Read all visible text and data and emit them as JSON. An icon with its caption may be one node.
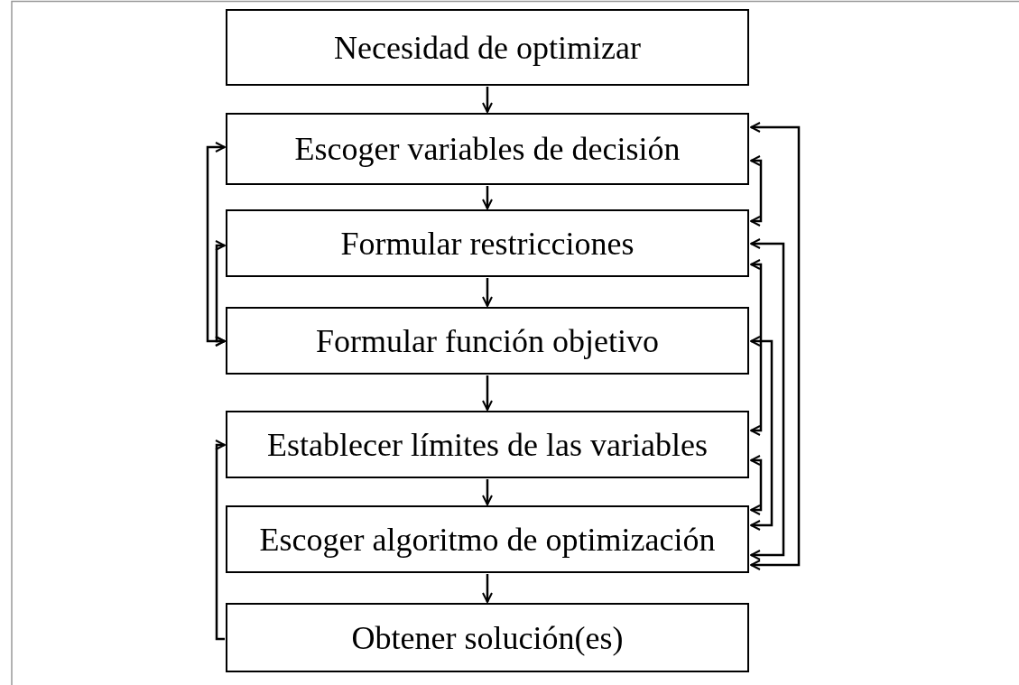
{
  "diagram": {
    "nodes": [
      {
        "text": [
          "Necesidad de optimizar"
        ]
      },
      {
        "text": [
          "Escoger variables de decisión"
        ]
      },
      {
        "text": [
          "Formular restricciones"
        ]
      },
      {
        "text": [
          "Formular función objetivo"
        ]
      },
      {
        "text": [
          "Establecer límites de las variables"
        ]
      },
      {
        "text": [
          "Escoger algoritmo de optimización"
        ]
      },
      {
        "text": [
          "Obtener solución(es)"
        ]
      }
    ],
    "edges": [
      {
        "from": 0,
        "to": 1,
        "arrow": "to"
      },
      {
        "from": 1,
        "to": 2,
        "arrow": "to"
      },
      {
        "from": 2,
        "to": 3,
        "arrow": "to"
      },
      {
        "from": 3,
        "to": 4,
        "arrow": "to"
      },
      {
        "from": 4,
        "to": 5,
        "arrow": "to"
      },
      {
        "from": 5,
        "to": 6,
        "arrow": "to"
      },
      {
        "from": 1,
        "to": 3,
        "arrow": "both"
      },
      {
        "from": 2,
        "to": 3,
        "arrow": "both"
      },
      {
        "from": 6,
        "to": 4,
        "arrow": "to"
      },
      {
        "from": 1,
        "to": 5,
        "arrow": "both"
      },
      {
        "from": 1,
        "to": 2,
        "arrow": "both"
      },
      {
        "from": 2,
        "to": 5,
        "arrow": "both"
      },
      {
        "from": 2,
        "to": 4,
        "arrow": "both"
      },
      {
        "from": 3,
        "to": 5,
        "arrow": "both"
      },
      {
        "from": 4,
        "to": 5,
        "arrow": "both"
      }
    ]
  }
}
